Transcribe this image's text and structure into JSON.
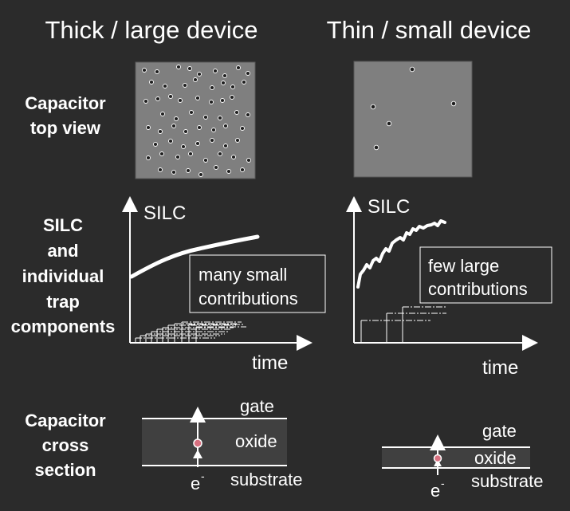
{
  "headers": {
    "left": "Thick / large device",
    "right": "Thin / small device"
  },
  "row_labels": {
    "top_view": [
      "Capacitor",
      "top view"
    ],
    "silc": [
      "SILC",
      "and",
      "individual",
      "trap",
      "components"
    ],
    "cross_section": [
      "Capacitor",
      "cross",
      "section"
    ]
  },
  "chart_labels": {
    "y": "SILC",
    "x": "time",
    "left_box": [
      "many small",
      "contributions"
    ],
    "right_box": [
      "few large",
      "contributions"
    ]
  },
  "cross_section_labels": {
    "top": "gate",
    "middle": "oxide",
    "bottom": "substrate",
    "electron": "e",
    "electron_sup": "-"
  },
  "colors": {
    "background": "#2b2b2b",
    "panel": "#7f7f7f",
    "oxide": "#404040",
    "trap": "#d87080",
    "white": "#ffffff"
  }
}
